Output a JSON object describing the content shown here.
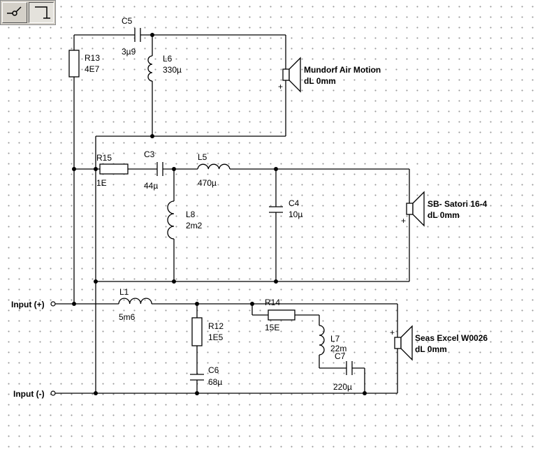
{
  "toolbar": {
    "buttons": [
      {
        "name": "wire-tool-icon",
        "active": false
      },
      {
        "name": "corner-wire-tool-icon",
        "active": true
      }
    ]
  },
  "components": {
    "C5": {
      "ref": "C5",
      "value": "3µ9"
    },
    "R13": {
      "ref": "R13",
      "value": "4E7"
    },
    "L6": {
      "ref": "L6",
      "value": "330µ"
    },
    "R15": {
      "ref": "R15",
      "value": "1E"
    },
    "C3": {
      "ref": "C3",
      "value": "44µ"
    },
    "L5": {
      "ref": "L5",
      "value": "470µ"
    },
    "L8": {
      "ref": "L8",
      "value": "2m2"
    },
    "C4": {
      "ref": "C4",
      "value": "10µ"
    },
    "L1": {
      "ref": "L1",
      "value": "5m6"
    },
    "R14": {
      "ref": "R14",
      "value": "15E"
    },
    "R12": {
      "ref": "R12",
      "value": "1E5"
    },
    "L7": {
      "ref": "L7",
      "value": "22m"
    },
    "C6": {
      "ref": "C6",
      "value": "68µ"
    },
    "C7": {
      "ref": "C7",
      "value": "220µ"
    }
  },
  "speakers": {
    "tweeter": {
      "name": "Mundorf Air Motion",
      "offset": "dL 0mm"
    },
    "mid": {
      "name": "SB- Satori 16-4",
      "offset": "dL 0mm"
    },
    "woofer": {
      "name": "Seas Excel W0026",
      "offset": "dL 0mm"
    }
  },
  "inputs": {
    "plus": "Input (+)",
    "minus": "Input (-)"
  },
  "polarity_mark": "+"
}
